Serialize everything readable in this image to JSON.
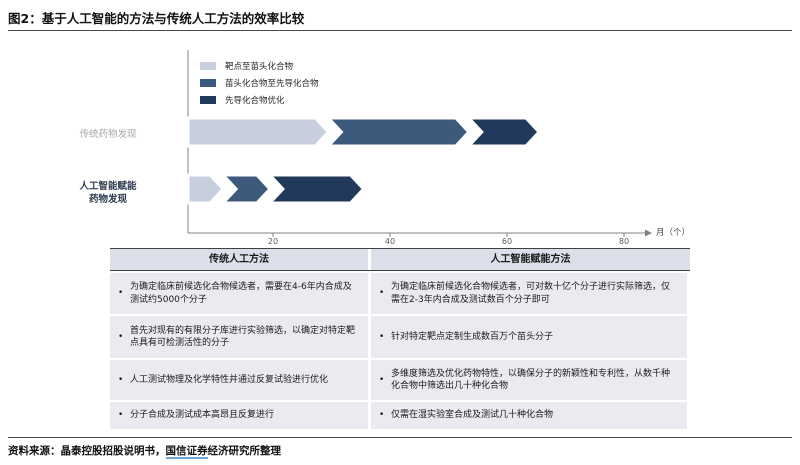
{
  "title": "图2：基于人工智能的方法与传统人工方法的效率比较",
  "colors": {
    "stage1": "#c7cfdf",
    "stage2": "#3d5a7d",
    "stage3": "#21395a",
    "axis": "#808080",
    "table_header_bg": "#dbdfe9",
    "table_body_bg": "#e9ebf1",
    "link_underline": "#6fa8dc"
  },
  "chart_data": {
    "type": "bar",
    "subtype": "stacked-arrow-timeline",
    "unit_label": "月（个）",
    "xlabel": "月（个）",
    "x_ticks": [
      20,
      40,
      60,
      80
    ],
    "xlim": [
      0,
      85
    ],
    "legend": [
      "靶点至苗头化合物",
      "苗头化合物至先导化合物",
      "先导化合物优化"
    ],
    "legend_position": "top-left-inside",
    "grid": false,
    "stage_colors": [
      "#c7cfdf",
      "#3d5a7d",
      "#21395a"
    ],
    "categories": [
      "传统药物发现",
      "人工智能赋能药物发现"
    ],
    "series": [
      {
        "name": "传统药物发现",
        "name_display": "传统药物发现",
        "values": [
          24,
          24,
          12
        ],
        "total_months": 60
      },
      {
        "name": "人工智能赋能药物发现",
        "name_display": "人工智能赋能\n药物发现",
        "values": [
          6,
          8,
          16
        ],
        "total_months": 30
      }
    ]
  },
  "table": {
    "headers": [
      "传统人工方法",
      "人工智能赋能方法"
    ],
    "rows": [
      [
        "为确定临床前候选化合物候选者，需要在4-6年内合成及测试约5000个分子",
        "为确定临床前候选化合物候选者，可对数十亿个分子进行实际筛选，仅需在2-3年内合成及测试数百个分子即可"
      ],
      [
        "首先对现有的有限分子库进行实验筛选，以确定对特定靶点具有可检测活性的分子",
        "针对特定靶点定制生成数百万个苗头分子"
      ],
      [
        "人工测试物理及化学特性并通过反复试验进行优化",
        "多维度筛选及优化药物特性，以确保分子的新颖性和专利性，从数千种化合物中筛选出几十种化合物"
      ],
      [
        "分子合成及测试成本高昂且反复进行",
        "仅需在湿实验室合成及测试几十种化合物"
      ]
    ]
  },
  "footer": {
    "source_prefix": "资料来源：晶泰控股招股说明书，",
    "source_linked": "国信证券",
    "source_suffix": "经济研究所整理"
  }
}
